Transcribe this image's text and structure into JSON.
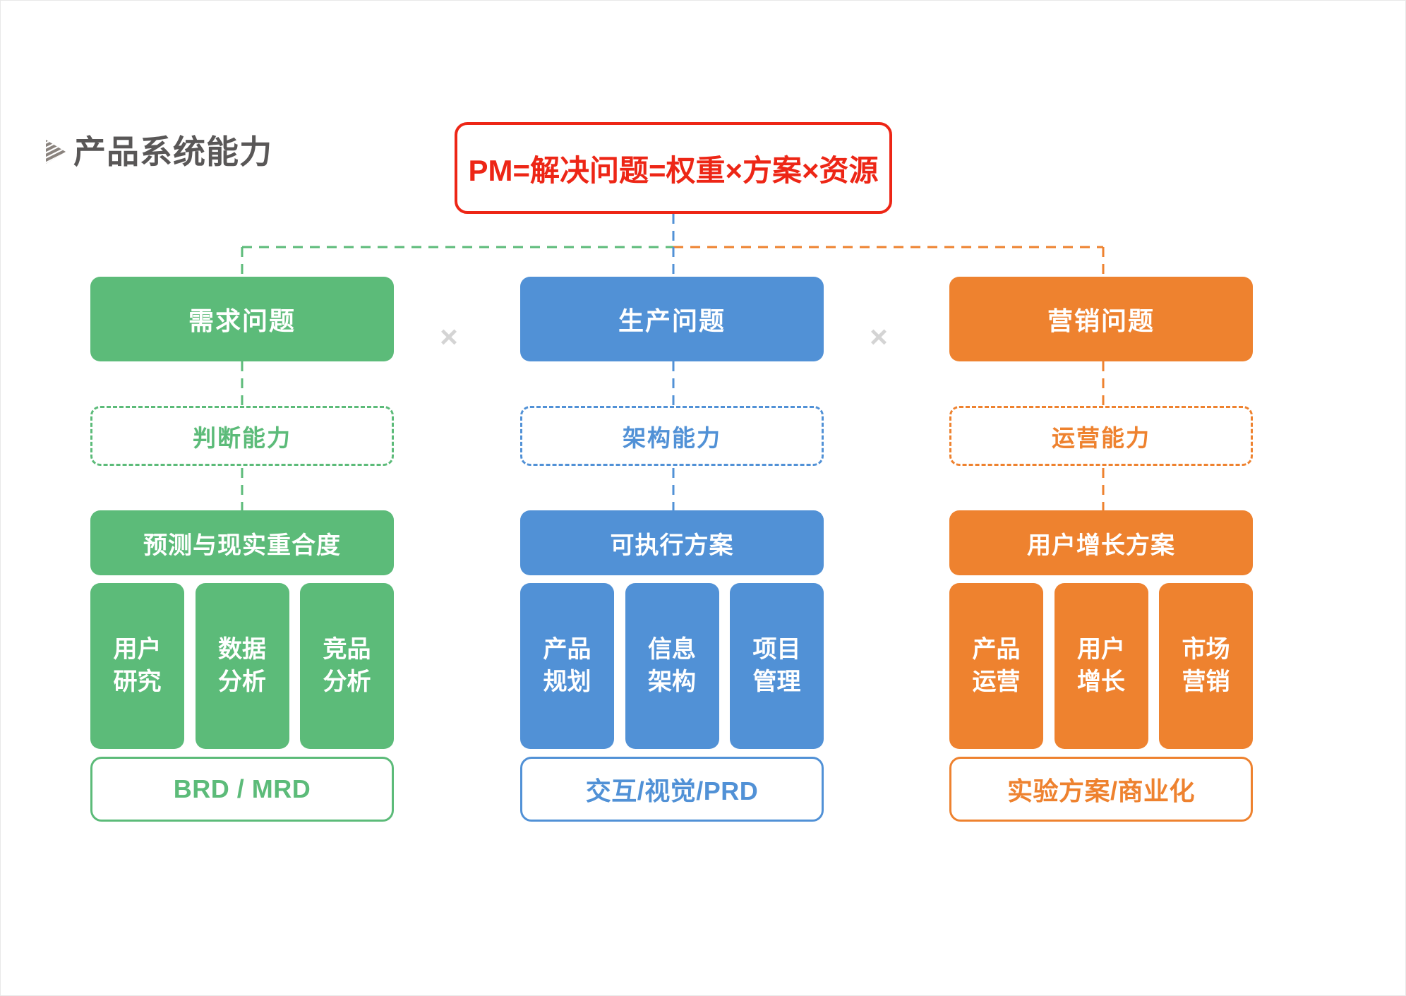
{
  "page": {
    "title": "产品系统能力",
    "title_icon": "play-triangle-striped-icon",
    "formula": "PM=解决问题=权重×方案×资源",
    "multiply_symbol": "×"
  },
  "colors": {
    "green": "#5CBB79",
    "blue": "#5191D6",
    "orange": "#EE822F",
    "red": "#ED2616",
    "title_gray": "#595757",
    "multiply_gray": "#D4D4D4",
    "background": "#FFFFFF"
  },
  "columns": [
    {
      "theme": "green",
      "problem": "需求问题",
      "capability": "判断能力",
      "outcome": "预测与现实重合度",
      "skills": [
        {
          "line1": "用户",
          "line2": "研究"
        },
        {
          "line1": "数据",
          "line2": "分析"
        },
        {
          "line1": "竞品",
          "line2": "分析"
        }
      ],
      "deliverable": "BRD / MRD"
    },
    {
      "theme": "blue",
      "problem": "生产问题",
      "capability": "架构能力",
      "outcome": "可执行方案",
      "skills": [
        {
          "line1": "产品",
          "line2": "规划"
        },
        {
          "line1": "信息",
          "line2": "架构"
        },
        {
          "line1": "项目",
          "line2": "管理"
        }
      ],
      "deliverable": "交互/视觉/PRD"
    },
    {
      "theme": "orange",
      "problem": "营销问题",
      "capability": "运营能力",
      "outcome": "用户增长方案",
      "skills": [
        {
          "line1": "产品",
          "line2": "运营"
        },
        {
          "line1": "用户",
          "line2": "增长"
        },
        {
          "line1": "市场",
          "line2": "营销"
        }
      ],
      "deliverable": "实验方案/商业化"
    }
  ]
}
